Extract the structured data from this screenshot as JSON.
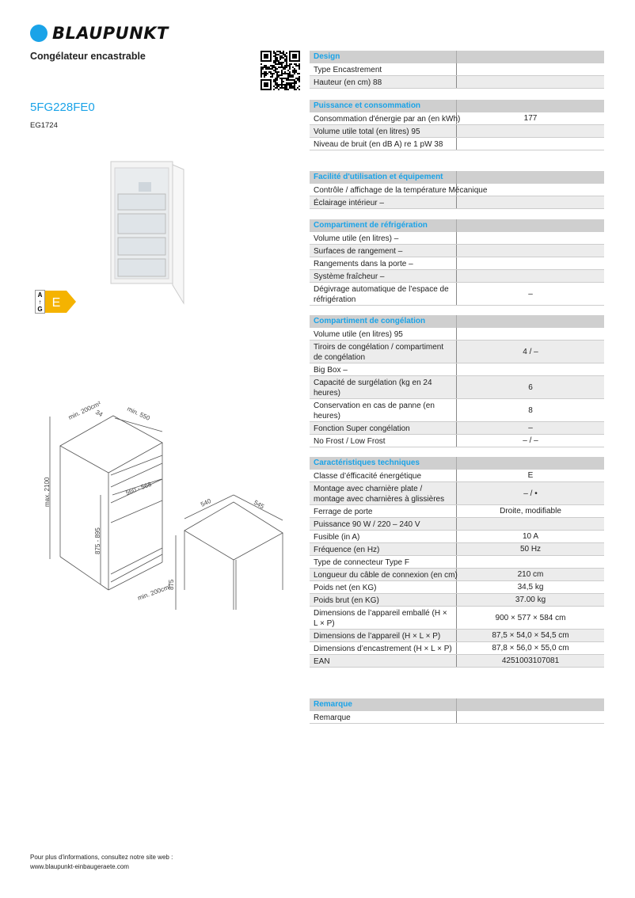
{
  "header": {
    "brand": "BLAUPUNKT",
    "product_type": "Congélateur encastrable",
    "model": "5FG228FE0",
    "reference": "EG1724",
    "brand_color": "#1aa3e8"
  },
  "energy_label": {
    "scale_top": "A",
    "scale_bottom": "G",
    "class": "E",
    "color": "#f5b300"
  },
  "drawing": {
    "labels": [
      "min. 200cm²",
      "34",
      "min. 550",
      "max. 2100",
      "560 - 568",
      "875 - 895",
      "min. 200cm²",
      "540",
      "545",
      "875"
    ]
  },
  "sections": [
    {
      "title": "Design",
      "rows": [
        {
          "label": "Type Encastrement",
          "value": ""
        },
        {
          "label": "Hauteur (en cm) 88",
          "value": ""
        }
      ]
    },
    {
      "title": "Puissance et consommation",
      "rows": [
        {
          "label": "Consommation d'énergie par an (en kWh)",
          "value": "177"
        },
        {
          "label": "Volume utile total (en litres) 95",
          "value": ""
        },
        {
          "label": "Niveau de bruit (en dB A) re 1 pW 38",
          "value": ""
        }
      ]
    },
    {
      "title": "Facilité d'utilisation et équipement",
      "rows": [
        {
          "label": "Contrôle / affichage de la température Mécanique",
          "value": ""
        },
        {
          "label": "Éclairage intérieur –",
          "value": ""
        }
      ]
    },
    {
      "title": "Compartiment de réfrigération",
      "rows": [
        {
          "label": "Volume utile (en litres) –",
          "value": ""
        },
        {
          "label": "Surfaces de rangement –",
          "value": ""
        },
        {
          "label": "Rangements dans la porte –",
          "value": ""
        },
        {
          "label": "Système fraîcheur –",
          "value": ""
        },
        {
          "label": "Dégivrage automatique de l’espace de réfrigération",
          "value": "–"
        }
      ]
    },
    {
      "title": "Compartiment de congélation",
      "rows": [
        {
          "label": "Volume utile (en litres) 95",
          "value": ""
        },
        {
          "label": "Tiroirs de congélation / compartiment de congélation",
          "value": "4 / –"
        },
        {
          "label": "Big Box –",
          "value": ""
        },
        {
          "label": "Capacité de surgélation (kg en 24 heures)",
          "value": "6"
        },
        {
          "label": "Conservation en cas de panne (en heures)",
          "value": "8"
        },
        {
          "label": "Fonction Super congélation",
          "value": "–"
        },
        {
          "label": "No Frost / Low Frost",
          "value": "– / –"
        }
      ]
    },
    {
      "title": "Caractéristiques techniques",
      "rows": [
        {
          "label": "Classe d’éfficacité énergétique",
          "value": "E"
        },
        {
          "label": "Montage avec charnière plate / montage avec charnières à glissières",
          "value": "– / •"
        },
        {
          "label": "Ferrage de porte",
          "value": "Droite, modifiable"
        },
        {
          "label": "Puissance 90 W / 220 – 240 V",
          "value": ""
        },
        {
          "label": "Fusible (in A)",
          "value": "10 A"
        },
        {
          "label": "Fréquence (en Hz)",
          "value": "50 Hz"
        },
        {
          "label": "Type de connecteur Type F",
          "value": ""
        },
        {
          "label": "Longueur du câble de connexion (en cm)",
          "value": "210 cm"
        },
        {
          "label": "Poids net (en KG)",
          "value": "34,5 kg"
        },
        {
          "label": "Poids brut (en KG)",
          "value": "37.00 kg"
        },
        {
          "label": "Dimensions de l’appareil emballé (H × L × P)",
          "value": "900 × 577 × 584 cm"
        },
        {
          "label": "Dimensions de l’appareil (H × L × P)",
          "value": "87,5 × 54,0 × 54,5 cm"
        },
        {
          "label": "Dimensions d’encastrement (H × L × P)",
          "value": "87,8 × 56,0 × 55,0 cm"
        },
        {
          "label": "EAN",
          "value": "4251003107081"
        }
      ]
    },
    {
      "title": "Remarque",
      "rows": [
        {
          "label": "Remarque",
          "value": ""
        }
      ]
    }
  ],
  "footer": {
    "line1": "Pour plus d'informations, consultez notre site web :",
    "line2": "www.blaupunkt-einbaugeraete.com"
  }
}
